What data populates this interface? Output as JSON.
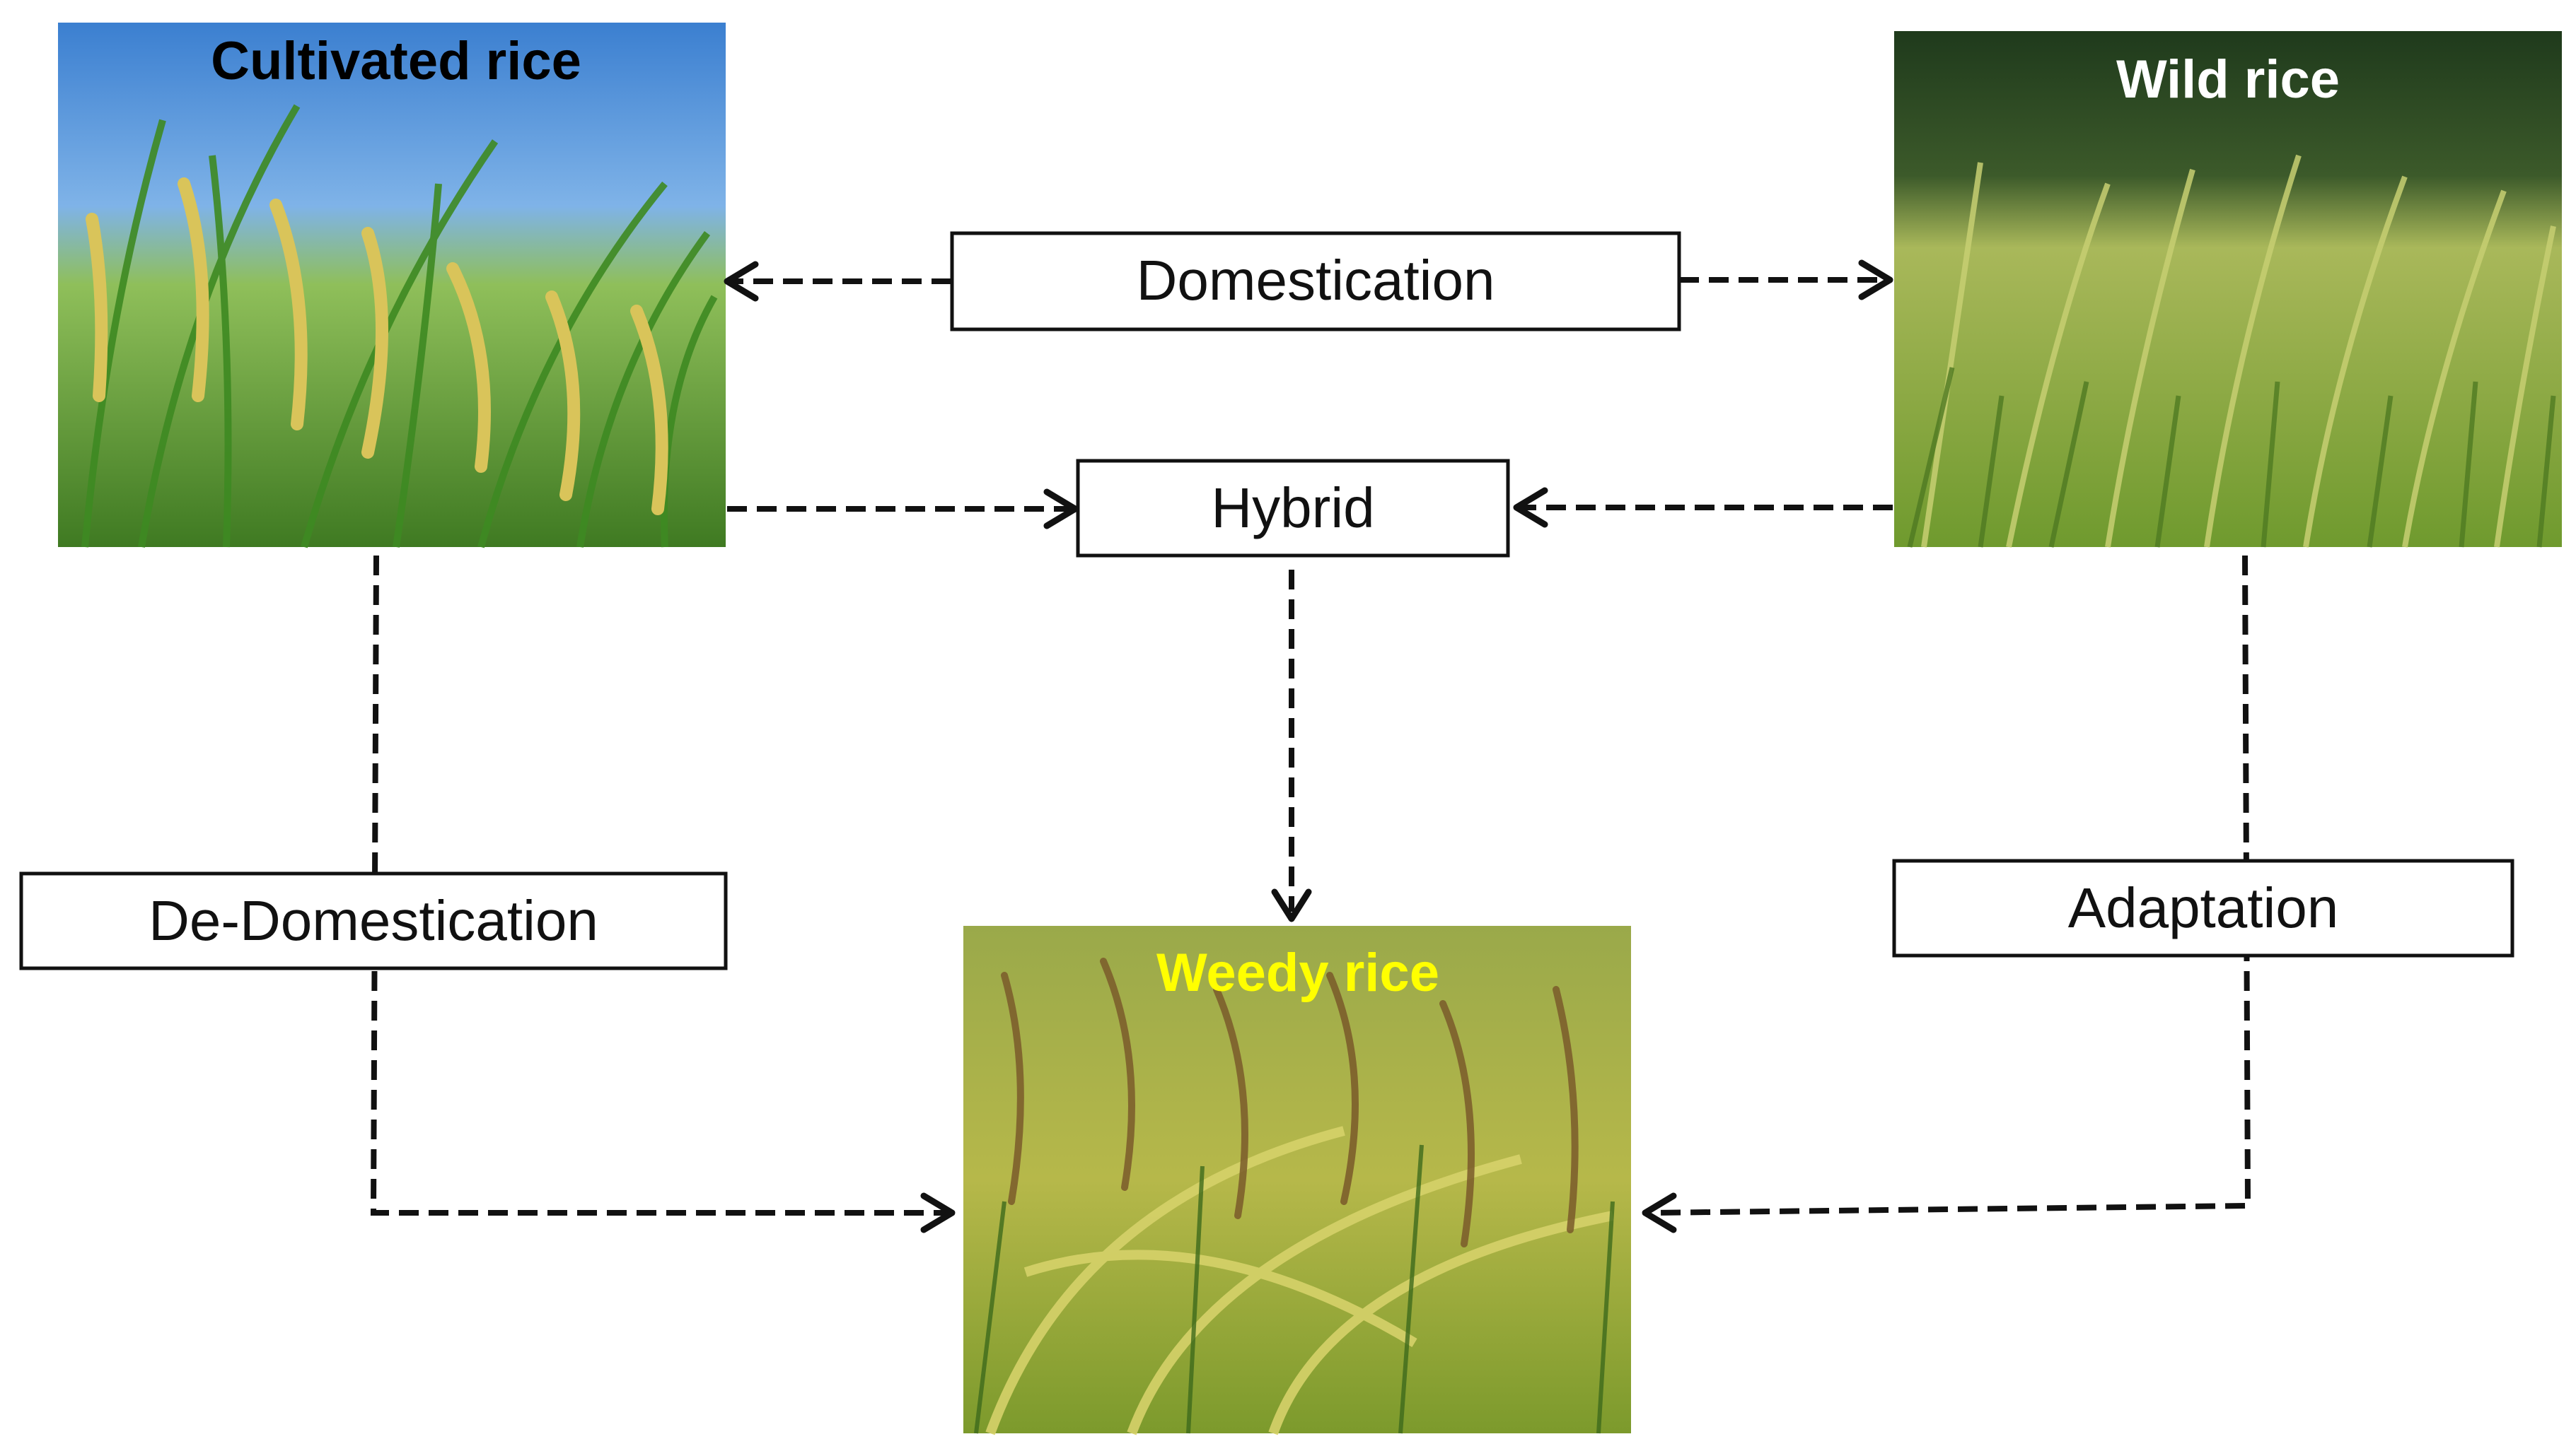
{
  "photos": {
    "cultivated": {
      "title": "Cultivated rice",
      "title_color": "#000000"
    },
    "wild": {
      "title": "Wild rice",
      "title_color": "#ffffff"
    },
    "weedy": {
      "title": "Weedy rice",
      "title_color": "#ffff00"
    }
  },
  "processes": {
    "domestication": "Domestication",
    "hybrid": "Hybrid",
    "de_domestication": "De-Domestication",
    "adaptation": "Adaptation"
  },
  "colors": {
    "connector": "#111111",
    "box_border": "#111111",
    "sky": "#4a90d9",
    "leaf": "#5fae3a",
    "grain": "#c9b548",
    "forest": "#2f4a2a"
  },
  "icons": {
    "arrow": "arrowhead-open-chevron",
    "photo": "rice-field-photo"
  }
}
